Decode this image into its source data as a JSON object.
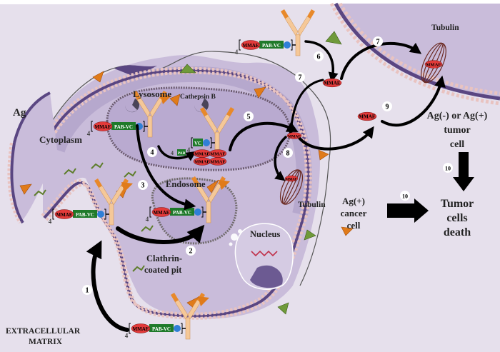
{
  "colors": {
    "background": "#e6e0ec",
    "cell_light": "#c9bcda",
    "cell_mid": "#b2a2c9",
    "membrane_dark": "#5a4682",
    "membrane_bead": "#e9c3c0",
    "antigen_orange": "#e07b1a",
    "antigen_green": "#6f9a3a",
    "antibody_light": "#f5c898",
    "antibody_dark": "#e8892a",
    "mmae_red": "#e23a3a",
    "linker_green": "#1f7a2a",
    "spacer_blue": "#2f7fd6",
    "tubulin_brown": "#6b2a22",
    "arrow_black": "#000000",
    "enzyme_gray": "#4a4458",
    "clathrin_green": "#5d7d2a"
  },
  "labels": {
    "ag": "Ag",
    "cytoplasm": "Cytoplasm",
    "lysosome": "Lysosome",
    "cathepsin_b": "Cathepsin B",
    "endosome": "Endosome",
    "clathrin_line1": "Clathrin-",
    "clathrin_line2": "coated pit",
    "nucleus": "Nucleus",
    "tubulin": "Tubulin",
    "ecm_line1": "EXTRACELLULAR",
    "ecm_line2": "MATRIX",
    "agpos_line1": "Ag(+)",
    "agpos_line2": "cancer",
    "agpos_line3": "cell",
    "agany_line1": "Ag(-) or Ag(+)",
    "agany_line2": "tumor",
    "agany_line3": "cell",
    "death_line1": "Tumor",
    "death_line2": "cells",
    "death_line3": "death"
  },
  "adc": {
    "payload": "MMAE",
    "linker": "PAB-VC",
    "vc": "VC",
    "pab": "PAB",
    "count": "4"
  },
  "steps": [
    "1",
    "2",
    "3",
    "4",
    "5",
    "6",
    "7",
    "7",
    "8",
    "9",
    "10",
    "10"
  ]
}
